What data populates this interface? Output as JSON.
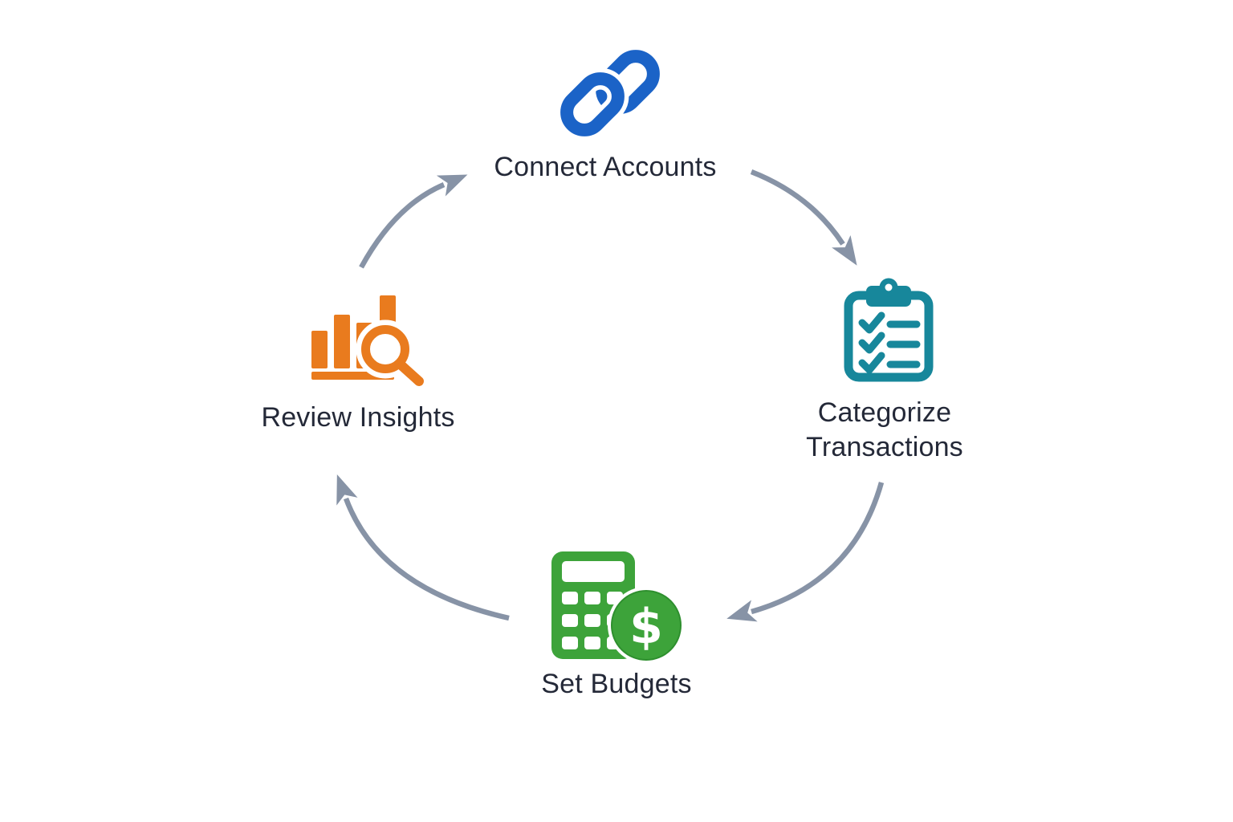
{
  "diagram": {
    "type": "cycle",
    "direction": "clockwise",
    "steps": [
      {
        "id": "connect-accounts",
        "label": "Connect Accounts",
        "icon": "link-icon"
      },
      {
        "id": "categorize-transactions",
        "label": "Categorize Transactions",
        "label_lines": [
          "Categorize",
          "Transactions"
        ],
        "icon": "checklist-clipboard-icon"
      },
      {
        "id": "set-budgets",
        "label": "Set Budgets",
        "icon": "calculator-dollar-icon"
      },
      {
        "id": "review-insights",
        "label": "Review Insights",
        "icon": "bar-chart-magnifier-icon"
      }
    ]
  },
  "icon_glyphs": {
    "dollar": "$"
  },
  "colors": {
    "blue": "#1b63c7",
    "teal": "#17879b",
    "green": "#3da33a",
    "green_dark": "#2e8f2e",
    "orange": "#e97b1e",
    "arrow": "#8793a6",
    "text": "#242938",
    "background": "#ffffff"
  }
}
